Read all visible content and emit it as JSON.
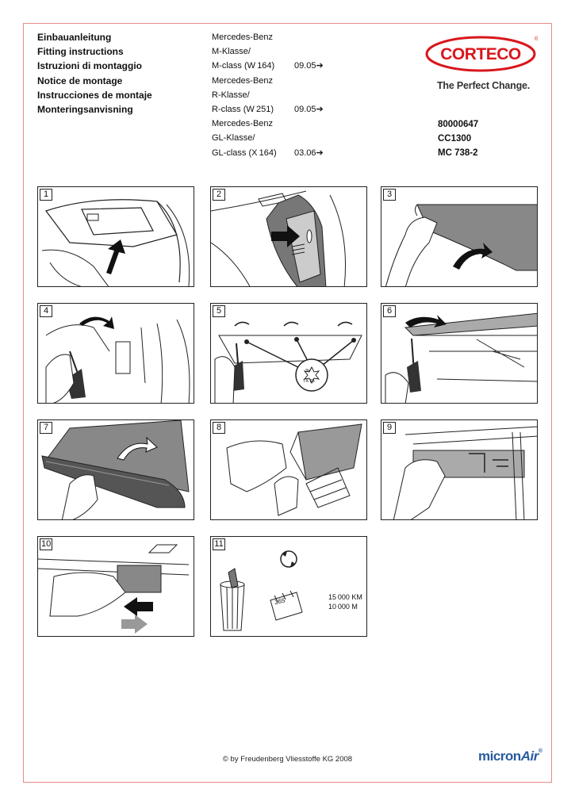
{
  "header": {
    "titles": [
      "Einbauanleitung",
      "Fitting instructions",
      "Istruzioni di montaggio",
      "Notice de montage",
      "Instrucciones de montaje",
      "Monteringsanvisning"
    ],
    "models": [
      {
        "text": "Mercedes-Benz",
        "date": ""
      },
      {
        "text": "M-Klasse/",
        "date": ""
      },
      {
        "text": "M-class (W 164)",
        "date": "09.05➔"
      },
      {
        "text": "Mercedes-Benz",
        "date": ""
      },
      {
        "text": "R-Klasse/",
        "date": ""
      },
      {
        "text": "R-class (W 251)",
        "date": "09.05➔"
      },
      {
        "text": "Mercedes-Benz",
        "date": ""
      },
      {
        "text": "GL-Klasse/",
        "date": ""
      },
      {
        "text": "GL-class (X 164)",
        "date": "03.06➔"
      }
    ],
    "brand": {
      "logo_text": "CORTECO",
      "registered": "®",
      "tagline": "The Perfect Change.",
      "color": "#d9161c"
    },
    "codes": [
      "80000647",
      "CC1300",
      "MC 738-2"
    ]
  },
  "steps": [
    {
      "number": "1"
    },
    {
      "number": "2"
    },
    {
      "number": "3"
    },
    {
      "number": "4"
    },
    {
      "number": "5"
    },
    {
      "number": "6"
    },
    {
      "number": "7"
    },
    {
      "number": "8"
    },
    {
      "number": "9"
    },
    {
      "number": "10"
    },
    {
      "number": "11"
    }
  ],
  "step5": {
    "tool_count": "3x",
    "tool_label": "TX 25"
  },
  "step11": {
    "calendar_label": "365",
    "interval_km": "15 000 KM",
    "interval_miles": "10 000 M"
  },
  "footer": {
    "copyright": "© by Freudenberg Vliesstoffe KG 2008",
    "micronair_a": "micron",
    "micronair_b": "Air",
    "micronair_reg": "®"
  }
}
